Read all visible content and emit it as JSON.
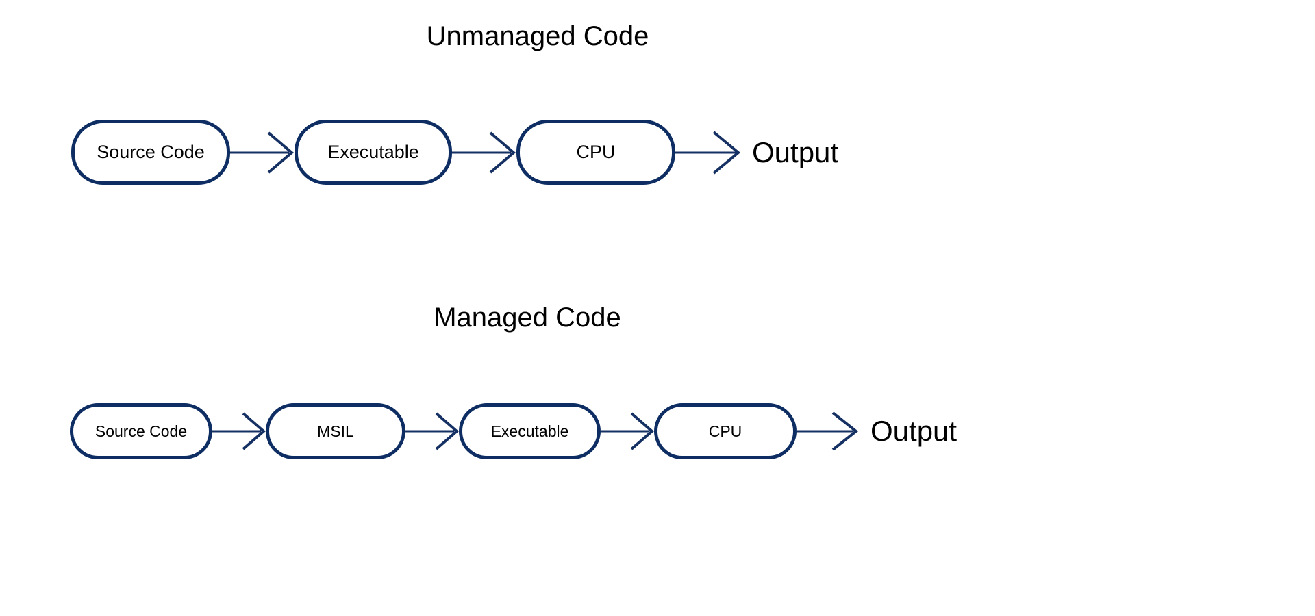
{
  "page": {
    "background": "#ffffff",
    "accent": "#0d2d63",
    "text_color": "#000000"
  },
  "sections": [
    {
      "id": "unmanaged",
      "title": "Unmanaged Code",
      "nodes": [
        {
          "label": "Source Code"
        },
        {
          "label": "Executable"
        },
        {
          "label": "CPU"
        }
      ],
      "output_label": "Output"
    },
    {
      "id": "managed",
      "title": "Managed Code",
      "nodes": [
        {
          "label": "Source Code"
        },
        {
          "label": "MSIL"
        },
        {
          "label": "Executable"
        },
        {
          "label": "CPU"
        }
      ],
      "output_label": "Output"
    }
  ],
  "diagram_data": {
    "type": "flowchart",
    "orientation": "left-to-right",
    "node_shape": "rounded-rectangle",
    "node_fill": "#ffffff",
    "node_stroke": "#0d2d63",
    "arrow_style": "open-v-head",
    "flows": [
      {
        "name": "Unmanaged Code",
        "steps": [
          "Source Code",
          "Executable",
          "CPU",
          "Output"
        ],
        "terminal_is_box": false
      },
      {
        "name": "Managed Code",
        "steps": [
          "Source Code",
          "MSIL",
          "Executable",
          "CPU",
          "Output"
        ],
        "terminal_is_box": false
      }
    ]
  }
}
